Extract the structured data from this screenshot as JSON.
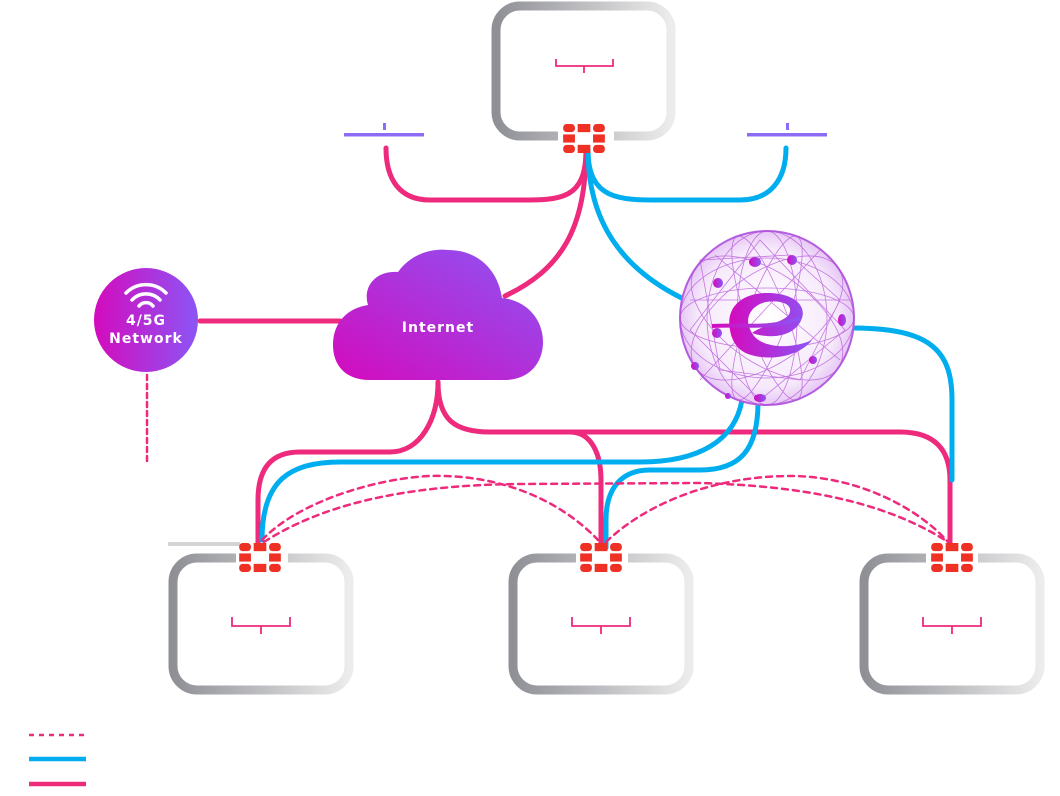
{
  "diagram": {
    "nodes": {
      "hq": {
        "type": "site",
        "fortigate": true
      },
      "branch_left": {
        "type": "site",
        "fortigate": true
      },
      "branch_center": {
        "type": "site",
        "fortigate": true
      },
      "branch_right": {
        "type": "site",
        "fortigate": true
      },
      "network_45g": {
        "type": "network",
        "line1": "4/5G",
        "line2": "Network"
      },
      "internet": {
        "type": "cloud",
        "label": "Internet"
      },
      "cloud_core": {
        "type": "globe",
        "icon": "e-logo-icon"
      },
      "endpoint_left": {
        "type": "device"
      },
      "endpoint_right": {
        "type": "device"
      }
    },
    "colors": {
      "internet_link": "#ED2A7B",
      "private_link": "#00AEEF",
      "overlay_tunnel": "#ED2A7B",
      "fortigate": "#EE3124",
      "purple_start": "#D40BBD",
      "purple_end": "#8C55F5",
      "device_bar": "#8C6CF7"
    },
    "links": [
      {
        "from": "hq",
        "to": "endpoint_left",
        "style": "solid-pink"
      },
      {
        "from": "hq",
        "to": "endpoint_right",
        "style": "solid-blue"
      },
      {
        "from": "hq",
        "to": "internet",
        "style": "solid-pink"
      },
      {
        "from": "hq",
        "to": "cloud_core",
        "style": "solid-blue"
      },
      {
        "from": "network_45g",
        "to": "internet",
        "style": "solid-pink"
      },
      {
        "from": "internet",
        "to": "branch_left",
        "style": "solid-pink"
      },
      {
        "from": "internet",
        "to": "branch_center",
        "style": "solid-pink"
      },
      {
        "from": "internet",
        "to": "branch_right",
        "style": "solid-pink"
      },
      {
        "from": "cloud_core",
        "to": "branch_left",
        "style": "solid-blue"
      },
      {
        "from": "cloud_core",
        "to": "branch_center",
        "style": "solid-blue"
      },
      {
        "from": "cloud_core",
        "to": "branch_right",
        "style": "solid-blue"
      },
      {
        "from": "branch_left",
        "to": "branch_center",
        "style": "dashed-pink"
      },
      {
        "from": "branch_left",
        "to": "branch_right",
        "style": "dashed-pink"
      },
      {
        "from": "branch_center",
        "to": "branch_right",
        "style": "dashed-pink"
      }
    ],
    "legend": [
      {
        "style": "dashed-pink",
        "label": ""
      },
      {
        "style": "solid-blue",
        "label": ""
      },
      {
        "style": "solid-pink",
        "label": ""
      }
    ]
  }
}
